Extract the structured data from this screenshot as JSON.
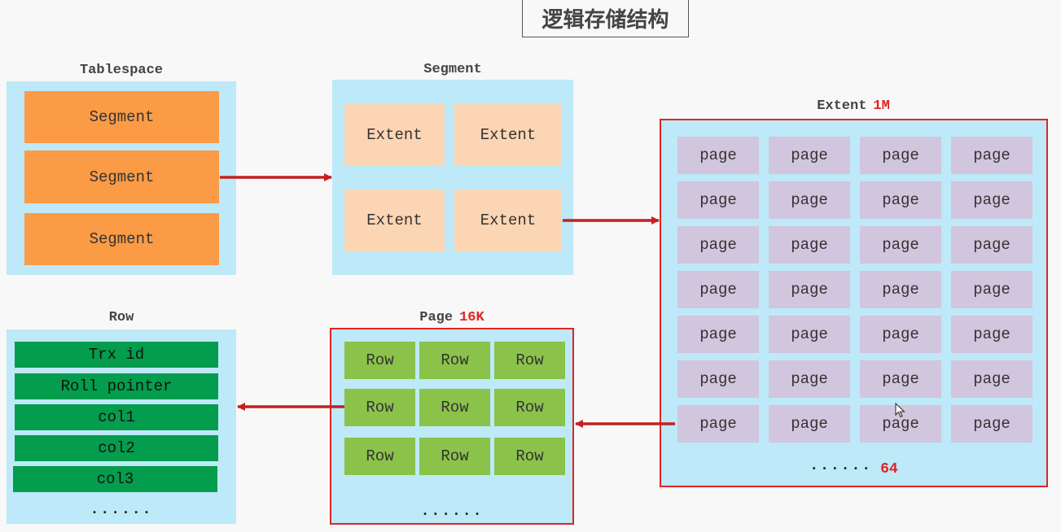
{
  "title": "逻辑存储结构",
  "tablespace": {
    "heading": "Tablespace",
    "items": [
      "Segment",
      "Segment",
      "Segment"
    ]
  },
  "segment": {
    "heading": "Segment",
    "items": [
      "Extent",
      "Extent",
      "Extent",
      "Extent"
    ]
  },
  "extent": {
    "heading": "Extent",
    "size": "1M",
    "item_label": "page",
    "rows": 7,
    "cols": 4,
    "ellipsis": "······",
    "count": "64"
  },
  "page": {
    "heading": "Page",
    "size": "16K",
    "item_label": "Row",
    "rows": 3,
    "cols": 3,
    "ellipsis": "......"
  },
  "row": {
    "heading": "Row",
    "fields": [
      "Trx id",
      "Roll pointer",
      "col1",
      "col2",
      "col3"
    ],
    "ellipsis": "......"
  },
  "colors": {
    "panel": "#bde9f9",
    "segment": "#fc9b45",
    "extent": "#fcd5b4",
    "page": "#d2c5de",
    "row": "#8bc34a",
    "field": "#049c4d",
    "accent": "#e02424"
  }
}
